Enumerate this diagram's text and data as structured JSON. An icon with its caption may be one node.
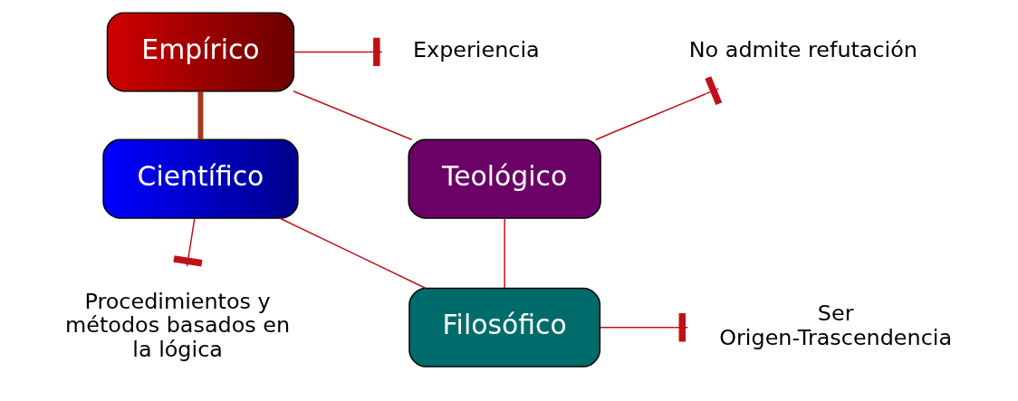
{
  "diagram": {
    "nodes": [
      {
        "text": [
          "Empírico"
        ]
      },
      {
        "text": [
          "Científico"
        ]
      },
      {
        "text": [
          "Filosófico"
        ]
      },
      {
        "text": [
          "Teológico"
        ]
      },
      {
        "text": [
          "Experiencia"
        ]
      },
      {
        "text": [
          "Procedimientos y métodos basados en la lógica"
        ]
      },
      {
        "text": [
          "Ser Origen-Trascendencia"
        ]
      },
      {
        "text": [
          "No admite refutación"
        ]
      }
    ],
    "edges": [
      {
        "from": 0,
        "to": 1,
        "arrow": "none",
        "style": "thick",
        "color": "#a33a1a"
      },
      {
        "from": 1,
        "to": 2,
        "arrow": "none"
      },
      {
        "from": 2,
        "to": 3,
        "arrow": "none"
      },
      {
        "from": 3,
        "to": 0,
        "arrow": "none"
      },
      {
        "from": 0,
        "to": 4,
        "arrow": "other"
      },
      {
        "from": 1,
        "to": 5,
        "arrow": "other"
      },
      {
        "from": 2,
        "to": 6,
        "arrow": "other"
      },
      {
        "from": 3,
        "to": 7,
        "arrow": "other"
      }
    ]
  }
}
